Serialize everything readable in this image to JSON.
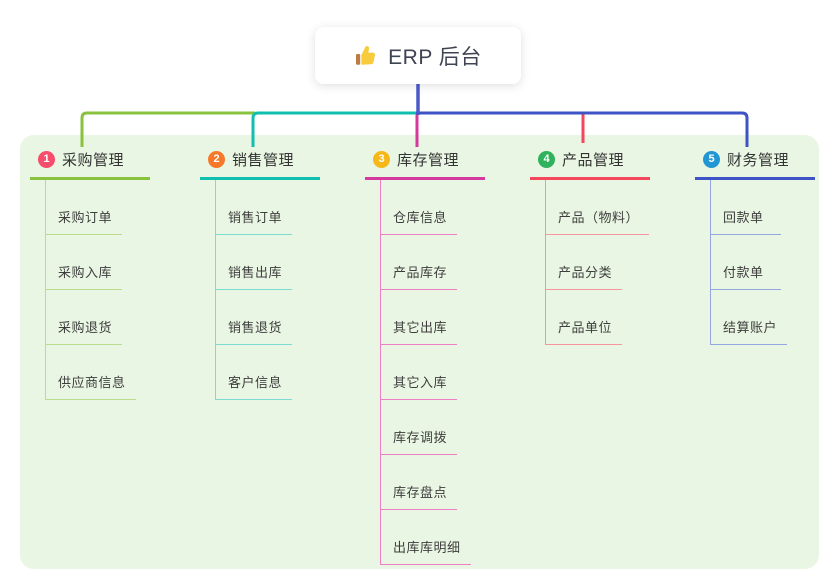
{
  "root": {
    "label": "ERP 后台",
    "icon": "thumbs-up-icon"
  },
  "colors": {
    "canvas_bg": "#e9f6e3",
    "root_connector": "#4a5bc8",
    "root_text": "#3f4452"
  },
  "branches": [
    {
      "num": "1",
      "title": "采购管理",
      "badge_color": "#f64d6c",
      "accent": "#89c23f",
      "light": "#b9dc8e",
      "children": [
        "采购订单",
        "采购入库",
        "采购退货",
        "供应商信息"
      ]
    },
    {
      "num": "2",
      "title": "销售管理",
      "badge_color": "#f6792b",
      "accent": "#10bfad",
      "light": "#7cdcd1",
      "children": [
        "销售订单",
        "销售出库",
        "销售退货",
        "客户信息"
      ]
    },
    {
      "num": "3",
      "title": "库存管理",
      "badge_color": "#f6b818",
      "accent": "#d4399e",
      "light": "#ef7ec4",
      "children": [
        "仓库信息",
        "产品库存",
        "其它出库",
        "其它入库",
        "库存调拨",
        "库存盘点",
        "出库库明细"
      ]
    },
    {
      "num": "4",
      "title": "产品管理",
      "badge_color": "#2fb25b",
      "accent": "#f4475c",
      "light": "#f9959e",
      "children": [
        "产品（物料）",
        "产品分类",
        "产品单位"
      ]
    },
    {
      "num": "5",
      "title": "财务管理",
      "badge_color": "#2096d2",
      "accent": "#3e53c6",
      "light": "#93a6dd",
      "children": [
        "回款单",
        "付款单",
        "结算账户"
      ]
    }
  ]
}
